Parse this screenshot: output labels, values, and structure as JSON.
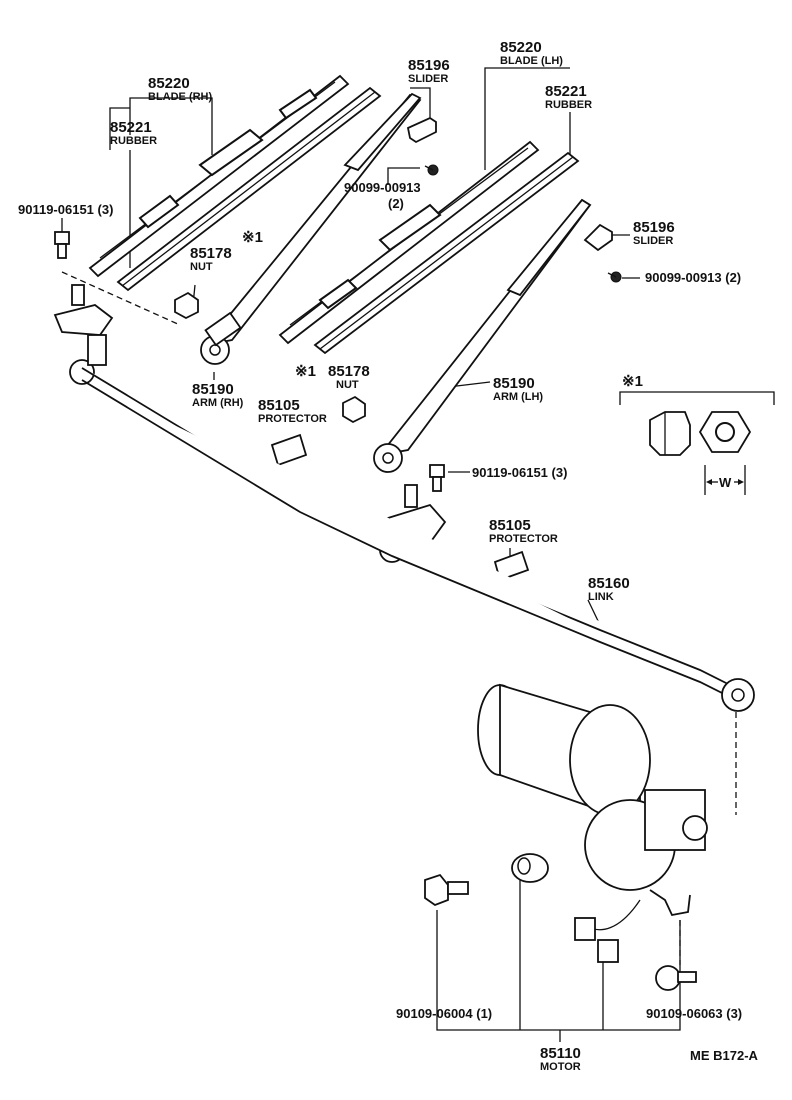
{
  "labels": {
    "blade_rh_pn": "85220",
    "blade_rh_nm": "BLADE (RH)",
    "rubber_rh_pn": "85221",
    "rubber_rh_nm": "RUBBER",
    "bolt_rh_pn": "90119-06151 (3)",
    "nut_rh_pn": "85178",
    "nut_rh_nm": "NUT",
    "mark1_arm": "※1",
    "slider_top_pn": "85196",
    "slider_top_nm": "SLIDER",
    "screw_top_pn": "90099-00913",
    "screw_top_qty": "(2)",
    "blade_lh_pn": "85220",
    "blade_lh_nm": "BLADE (LH)",
    "rubber_lh_pn": "85221",
    "rubber_lh_nm": "RUBBER",
    "slider_right_pn": "85196",
    "slider_right_nm": "SLIDER",
    "screw_right_pn": "90099-00913 (2)",
    "arm_rh_pn": "85190",
    "arm_rh_nm": "ARM (RH)",
    "protector_left_pn": "85105",
    "protector_left_nm": "PROTECTOR",
    "nut_mid_mark": "※1",
    "nut_mid_pn": "85178",
    "nut_mid_nm": "NUT",
    "arm_lh_pn": "85190",
    "arm_lh_nm": "ARM (LH)",
    "mark1_detail": "※1",
    "width_label": "W",
    "bolt_mid_pn": "90119-06151 (3)",
    "protector_mid_pn": "85105",
    "protector_mid_nm": "PROTECTOR",
    "link_pn": "85160",
    "link_nm": "LINK",
    "bolt_bottom_pn": "90109-06004 (1)",
    "motor_pn": "85110",
    "motor_nm": "MOTOR",
    "screw_bottom_pn": "90109-06063 (3)",
    "figure_code": "ME  B172-A"
  }
}
